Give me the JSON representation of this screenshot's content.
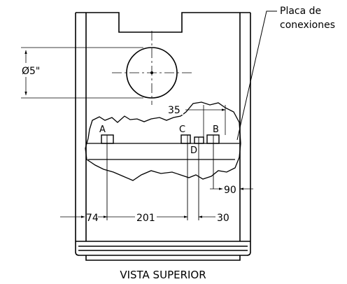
{
  "view_title": "VISTA SUPERIOR",
  "callout": {
    "line1": "Placa de",
    "line2": "conexiones"
  },
  "dimensions": {
    "diameter": "Ø5\"",
    "d35": "35",
    "d74": "74",
    "d201": "201",
    "d30": "30",
    "d90": "90"
  },
  "points": {
    "a": "A",
    "b": "B",
    "c": "C",
    "d": "D"
  }
}
